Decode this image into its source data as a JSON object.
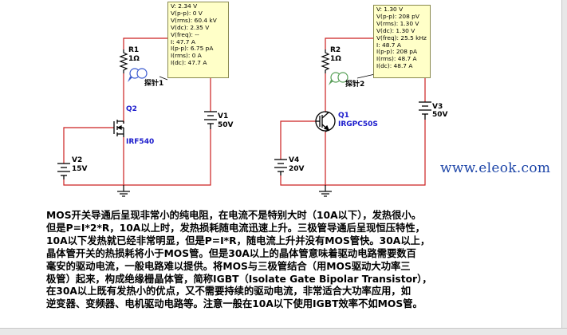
{
  "circuit_left": {
    "r1_label": "R1",
    "r1_value": "1Ω",
    "q2_label": "Q2",
    "q2_part": "IRF540",
    "v1_label": "V1",
    "v1_value": "50V",
    "v2_label": "V2",
    "v2_value": "15V",
    "probe_label": "探针1",
    "probe_readout": [
      "V: 2.34 V",
      "V(p-p): 0 V",
      "V(rms): 60.4 kV",
      "V(dc): 2.35 V",
      "V(freq): --",
      "I: 47.7 A",
      "I(p-p): 6.75 pA",
      "I(rms): 0 A",
      "I(dc): 47.7 A"
    ]
  },
  "circuit_right": {
    "r2_label": "R2",
    "r2_value": "1Ω",
    "q1_label": "Q1",
    "q1_part": "IRGPC50S",
    "v3_label": "V3",
    "v3_value": "50V",
    "v4_label": "V4",
    "v4_value": "20V",
    "probe_label": "探针2",
    "probe_readout": [
      "V: 1.30 V",
      "V(p-p): 208 pV",
      "V(rms): 1.30 V",
      "V(dc): 1.30 V",
      "V(freq): 25.5 kHz",
      "I: 48.7 A",
      "I(p-p): 208 pA",
      "I(rms): 48.7 A",
      "I(dc): 48.7 A"
    ]
  },
  "watermark": "www.eleok.com",
  "description_lines": [
    "MOS开关导通后呈现非常小的纯电阻，在电流不是特别大时（10A以下），发热很小。",
    "但是P=I*2*R，10A以上时，发热损耗随电流迅速上升。三极管导通后呈现恒压特性，",
    "10A以下发热就已经非常明显，但是P=I*R，随电流上升并没有MOS管快。30A以上，",
    "晶体管开关的热损耗将小于MOS管。但是30A以上的晶体管意味着驱动电路需要数百",
    "毫安的驱动电流，一般电路难以提供。将MOS与三极管结合（用MOS驱动大功率三",
    "极管）起来，构成绝缘栅晶体管，简称IGBT（Isolate Gate Bipolar Transistor），",
    "在30A以上既有发热小的优点，又不需要持续的驱动电流，非常适合大功率应用，如",
    "逆变器、变频器、电机驱动电路等。注意一般在10A以下使用IGBT效率不如MOS管。"
  ],
  "colors": {
    "wire": "#cc2020",
    "component": "#000000",
    "probe_box_bg": "#ffffc8",
    "watermark": "#1e46a8",
    "label_blue": "#1a1acc"
  }
}
